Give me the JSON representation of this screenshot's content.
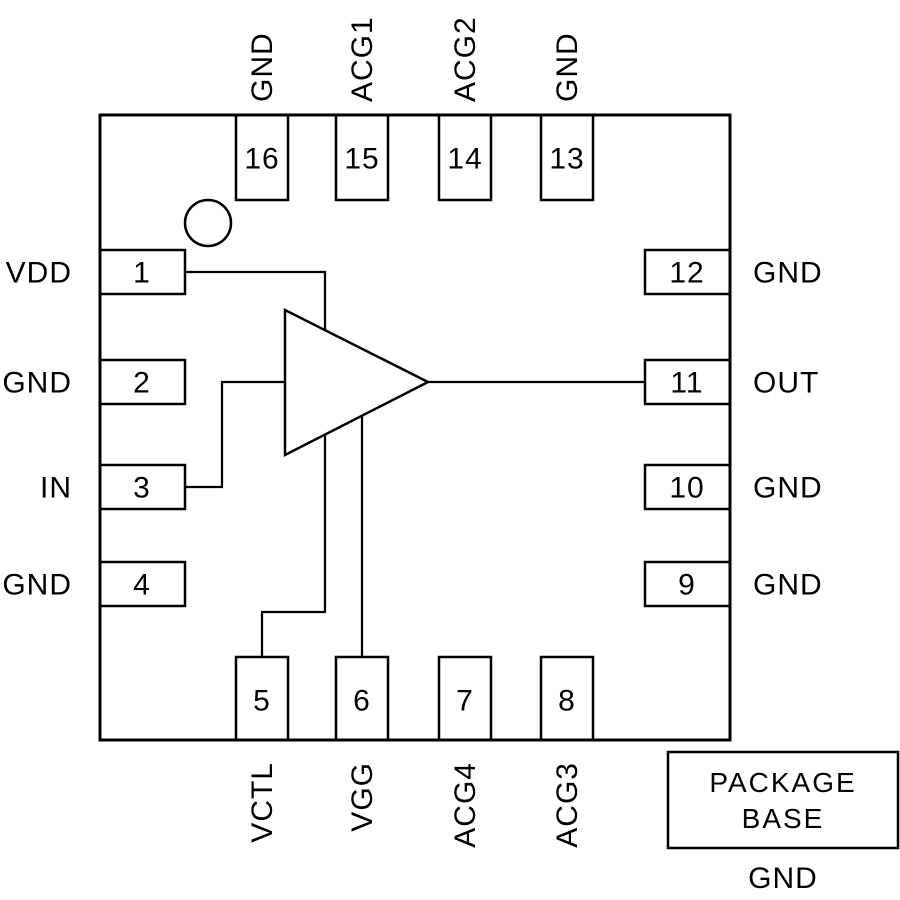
{
  "colors": {
    "line": "#000000",
    "background": "#ffffff"
  },
  "package": {
    "pins_left": [
      {
        "number": "1",
        "label": "VDD"
      },
      {
        "number": "2",
        "label": "GND"
      },
      {
        "number": "3",
        "label": "IN"
      },
      {
        "number": "4",
        "label": "GND"
      }
    ],
    "pins_right": [
      {
        "number": "12",
        "label": "GND"
      },
      {
        "number": "11",
        "label": "OUT"
      },
      {
        "number": "10",
        "label": "GND"
      },
      {
        "number": "9",
        "label": "GND"
      }
    ],
    "pins_top": [
      {
        "number": "16",
        "label": "GND"
      },
      {
        "number": "15",
        "label": "ACG1"
      },
      {
        "number": "14",
        "label": "ACG2"
      },
      {
        "number": "13",
        "label": "GND"
      }
    ],
    "pins_bottom": [
      {
        "number": "5",
        "label": "VCTL"
      },
      {
        "number": "6",
        "label": "VGG"
      },
      {
        "number": "7",
        "label": "ACG4"
      },
      {
        "number": "8",
        "label": "ACG3"
      }
    ],
    "package_base": {
      "line1": "PACKAGE",
      "line2": "BASE",
      "ground": "GND"
    }
  }
}
